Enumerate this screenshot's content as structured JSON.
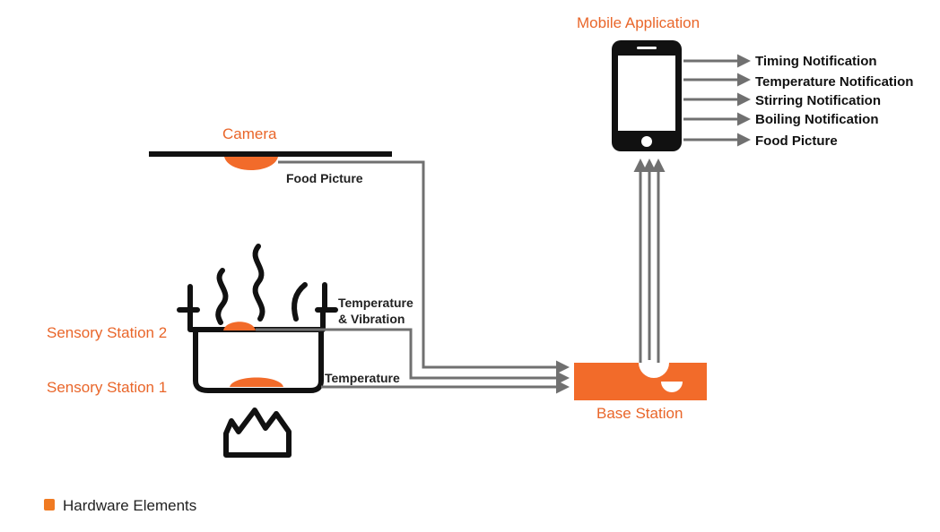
{
  "colors": {
    "hardware": "#f26b2a",
    "arrow": "#707070",
    "line": "#111111",
    "label": "#e9662a"
  },
  "labels": {
    "camera": "Camera",
    "mobile_app": "Mobile Application",
    "sensory_station_2": "Sensory Station 2",
    "sensory_station_1": "Sensory Station 1",
    "base_station": "Base Station"
  },
  "flows": {
    "food_picture": "Food Picture",
    "temp_vibration_line1": "Temperature",
    "temp_vibration_line2": "& Vibration",
    "temperature": "Temperature"
  },
  "notifications": [
    "Timing Notification",
    "Temperature Notification",
    "Stirring Notification",
    "Boiling Notification",
    "Food Picture"
  ],
  "legend": {
    "label": "Hardware Elements"
  }
}
